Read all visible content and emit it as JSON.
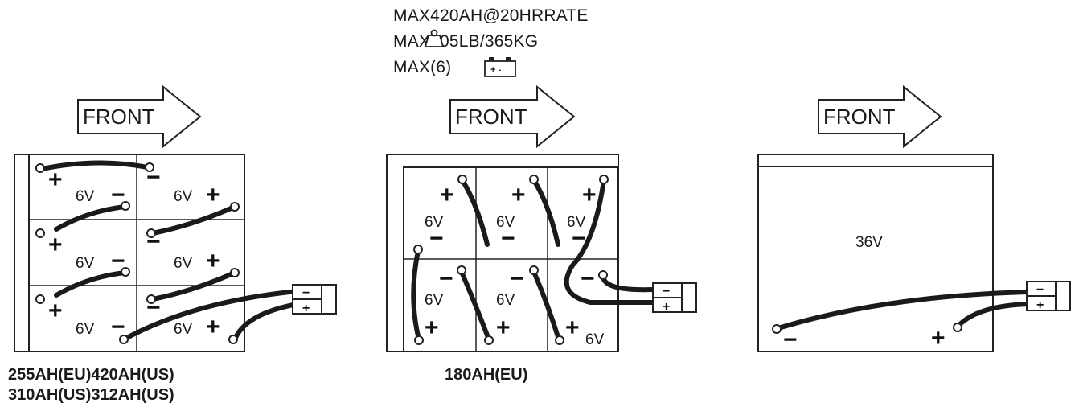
{
  "specs": {
    "rate": "MAX420AH@20HRRATE",
    "weight": "MAX805LB/365KG",
    "count": "MAX(6)",
    "battery_icon": "battery-icon",
    "weight_icon": "weight-icon"
  },
  "arrows": {
    "front_label": "FRONT"
  },
  "tray_left": {
    "cells": [
      {
        "voltage": "6V",
        "pol_a": "+",
        "pol_b": "−"
      },
      {
        "voltage": "6V",
        "pol_a": "−",
        "pol_b": "+"
      },
      {
        "voltage": "6V",
        "pol_a": "+",
        "pol_b": "−"
      },
      {
        "voltage": "6V",
        "pol_a": "−",
        "pol_b": "+"
      },
      {
        "voltage": "6V",
        "pol_a": "+",
        "pol_b": "−"
      },
      {
        "voltage": "6V",
        "pol_a": "−",
        "pol_b": "+"
      }
    ],
    "caption_line1": "255AH(EU)420AH(US)",
    "caption_line2": "310AH(US)312AH(US)"
  },
  "tray_middle": {
    "cells": [
      {
        "voltage": "6V",
        "pol_a": "+",
        "pol_b": "−"
      },
      {
        "voltage": "6V",
        "pol_a": "+",
        "pol_b": "−"
      },
      {
        "voltage": "6V",
        "pol_a": "+",
        "pol_b": "−"
      },
      {
        "voltage": "6V",
        "pol_a": "−",
        "pol_b": "+"
      },
      {
        "voltage": "6V",
        "pol_a": "−",
        "pol_b": "+"
      },
      {
        "voltage": "6V",
        "pol_a": "−",
        "pol_b": "+"
      }
    ],
    "caption": "180AH(EU)"
  },
  "tray_right": {
    "voltage": "36V",
    "pol_neg": "−",
    "pol_pos": "+"
  },
  "connector": {
    "minus": "−",
    "plus": "+"
  }
}
